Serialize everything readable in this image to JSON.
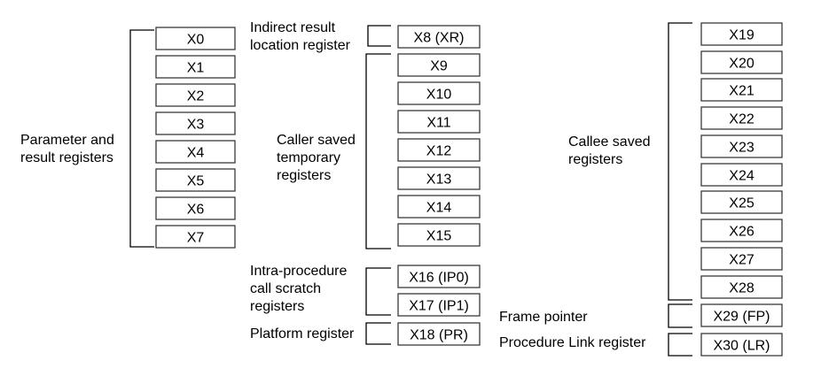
{
  "registers": {
    "col1": [
      "X0",
      "X1",
      "X2",
      "X3",
      "X4",
      "X5",
      "X6",
      "X7"
    ],
    "col2": [
      "X8 (XR)",
      "X9",
      "X10",
      "X11",
      "X12",
      "X13",
      "X14",
      "X15",
      "X16 (IP0)",
      "X17 (IP1)",
      "X18 (PR)"
    ],
    "col3": [
      "X19",
      "X20",
      "X21",
      "X22",
      "X23",
      "X24",
      "X25",
      "X26",
      "X27",
      "X28",
      "X29 (FP)",
      "X30 (LR)"
    ]
  },
  "groups": {
    "parameter_result": [
      "Parameter and",
      "result registers"
    ],
    "indirect_result": [
      "Indirect result",
      "location register"
    ],
    "caller_saved": [
      "Caller saved",
      "temporary",
      "registers"
    ],
    "intra_procedure": [
      "Intra-procedure",
      "call scratch",
      "registers"
    ],
    "platform": [
      "Platform register"
    ],
    "callee_saved": [
      "Callee saved",
      "registers"
    ],
    "frame_pointer": [
      "Frame pointer"
    ],
    "link_register": [
      "Procedure Link register"
    ]
  }
}
